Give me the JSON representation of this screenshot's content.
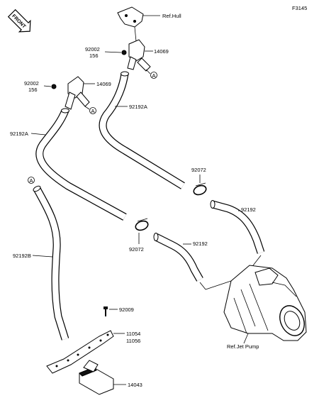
{
  "figure_code": "F3145",
  "front_marker": "FRONT",
  "ref_labels": {
    "hull": "Ref.Hull",
    "jet_pump": "Ref.Jet Pump"
  },
  "part_numbers": {
    "clip_upper_a": "92002",
    "clip_upper_b": "156",
    "clip_lower_a": "92002",
    "clip_lower_b": "156",
    "fitting_upper": "14069",
    "fitting_lower": "14069",
    "hose_a_upper": "92192A",
    "hose_a_lower": "92192A",
    "clamp_upper": "92072",
    "clamp_lower": "92072",
    "hose_upper_right": "92192",
    "hose_lower_right": "92192",
    "hose_b": "92192B",
    "bolt": "92009",
    "bracket_a": "11054",
    "bracket_b": "11056",
    "filter": "14043"
  },
  "callouts": {
    "a1": "A",
    "a2": "A",
    "a3": "A"
  },
  "icons": [
    "front-arrow-icon"
  ]
}
